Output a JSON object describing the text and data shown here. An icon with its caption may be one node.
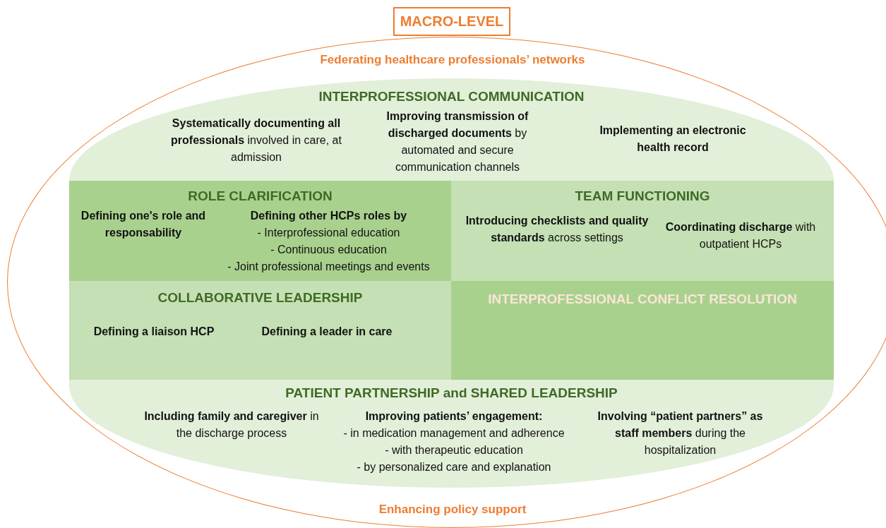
{
  "diagram": {
    "nodes": [
      {
        "text": [
          "MACRO-LEVEL"
        ]
      },
      {
        "text": [
          "Federating healthcare professionals’ networks",
          "Enhancing policy support"
        ]
      },
      {
        "text": [
          "INTERPROFESSIONAL COMMUNICATION",
          "**Systematically documenting all professionals** involved in care, at admission",
          "**Improving transmission of discharged documents** by automated and secure communication channels",
          "Implementing an electronic health record",
          "PATIENT PARTNERSHIP and SHARED LEADERSHIP",
          "**Including family and caregiver** in the discharge process",
          "Improving patients’ engagement:",
          "- in medication management and adherence",
          "- with therapeutic education",
          "- by personalized care and explanation",
          "**Involving “patient partners” as staff members** during the hospitalization"
        ],
        "in": 1
      },
      {
        "text": [
          "ROLE CLARIFICATION",
          "Defining one's role and responsability",
          "Defining other HCPs roles by",
          "- Interprofessional education",
          "- Continuous education",
          "- Joint professional meetings and events"
        ],
        "in": 2
      },
      {
        "text": [
          "TEAM FUNCTIONING",
          "**Introducing checklists and quality standards** across settings",
          "**Coordinating discharge** with outpatient HCPs"
        ],
        "in": 2
      },
      {
        "text": [
          "COLLABORATIVE LEADERSHIP",
          "Defining a liaison HCP",
          "Defining a leader in care"
        ],
        "in": 2
      },
      {
        "text": [
          "INTERPROFESSIONAL CONFLICT RESOLUTION"
        ],
        "in": 2
      }
    ]
  }
}
